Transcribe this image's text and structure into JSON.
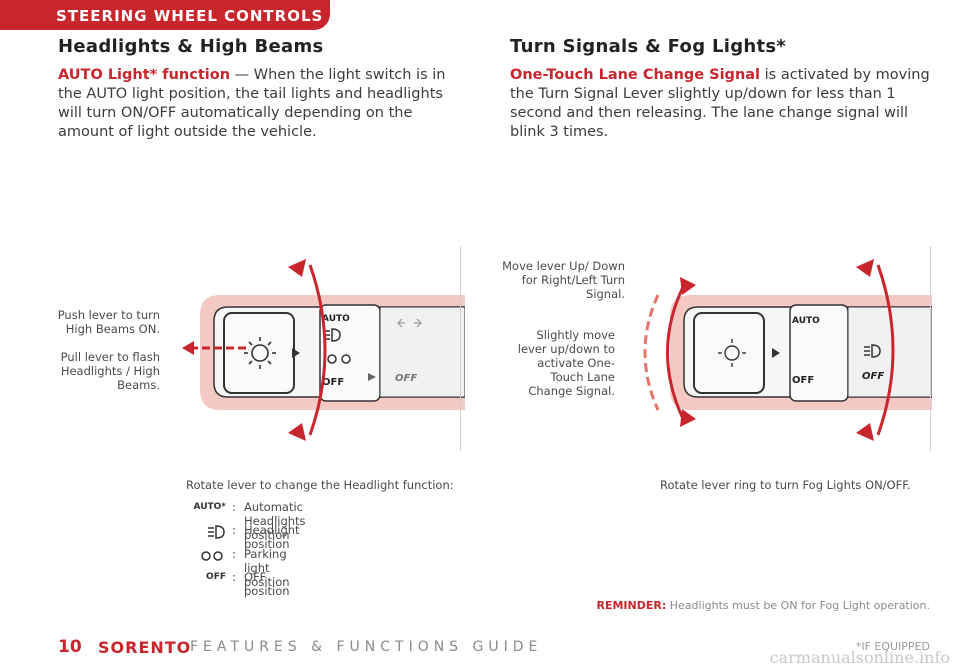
{
  "header": {
    "tab": "STEERING WHEEL CONTROLS"
  },
  "left": {
    "title": "Headlights & High Beams",
    "intro_bold": "AUTO Light* function",
    "intro_text": " — When the light switch is in the AUTO light position, the tail lights and headlights will turn ON/OFF automatically depending on the amount of light outside the vehicle.",
    "push_note": "Push lever to turn High Beams ON.",
    "pull_note": "Pull lever to flash Headlights / High Beams.",
    "caption": "Rotate lever to change the Headlight function:",
    "legend": [
      {
        "symbol": "AUTO*",
        "icon": "auto-icon",
        "label": "Automatic Headlights position"
      },
      {
        "symbol": "",
        "icon": "headlight-icon",
        "label": "Headlight position"
      },
      {
        "symbol": "",
        "icon": "parking-light-icon",
        "label": "Parking light position"
      },
      {
        "symbol": "OFF",
        "icon": "off-icon",
        "label": "OFF position"
      }
    ],
    "switch_labels": {
      "auto": "AUTO",
      "off": "OFF",
      "ring_off": "OFF"
    }
  },
  "right": {
    "title": "Turn Signals & Fog Lights*",
    "intro_bold": "One-Touch Lane Change Signal",
    "intro_text": " is activated by moving the Turn Signal Lever slightly up/down for less than 1 second and then releasing. The lane change signal will blink 3 times.",
    "move_note": "Move lever Up/ Down for Right/Left Turn Signal.",
    "slight_note": "Slightly move lever up/down to activate One- Touch Lane Change Signal.",
    "caption": "Rotate lever ring to turn Fog Lights ON/OFF.",
    "reminder_label": "REMINDER:",
    "reminder_text": " Headlights must be ON for Fog Light operation.",
    "switch_labels": {
      "auto": "AUTO",
      "off": "OFF",
      "ring_off": "OFF"
    }
  },
  "footer": {
    "page_number": "10",
    "brand": "SORENTO",
    "guide": "FEATURES & FUNCTIONS GUIDE",
    "note": "*IF EQUIPPED"
  },
  "watermark": "carmanualsonline.info",
  "colors": {
    "accent": "#c9252c",
    "lever_glow": "#f4c9c4",
    "lever_body": "#f4f4f4"
  }
}
